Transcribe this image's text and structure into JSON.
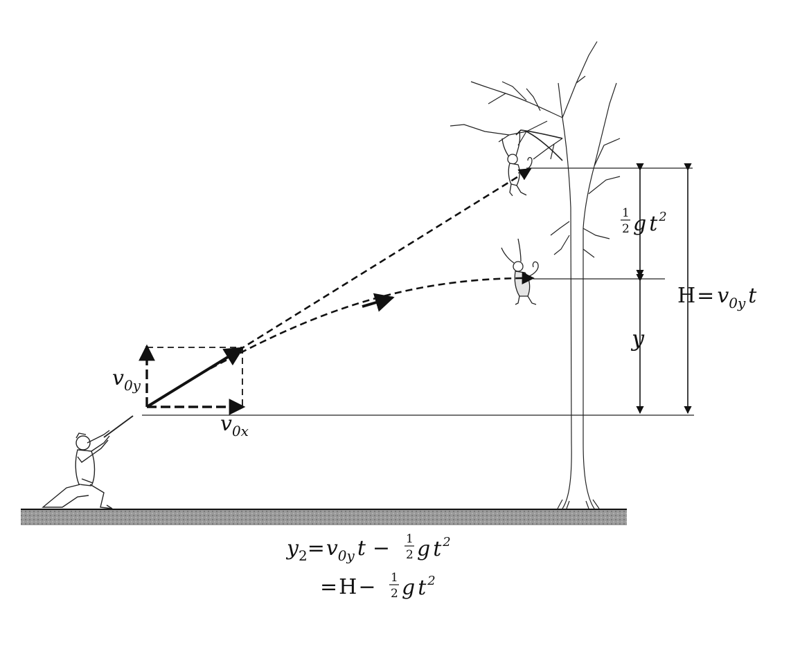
{
  "diagram": {
    "velocity_labels": {
      "v0y": {
        "main": "v",
        "sub": "0y"
      },
      "v0x": {
        "main": "v",
        "sub": "0x"
      }
    },
    "height_labels": {
      "half": "1",
      "half_den": "2",
      "g": "g",
      "t": "t",
      "exp": "2",
      "y": "y",
      "H": "H",
      "eq": "=",
      "v": "v",
      "sub": "0y"
    },
    "equation": {
      "line1": {
        "lhs": "y",
        "lhs_sub": "2",
        "eq": "=",
        "v": "v",
        "v_sub": "0y",
        "t": "t",
        "minus": "−"
      },
      "line2": {
        "eq": "=",
        "H": "H",
        "minus": "−"
      }
    },
    "icons": [
      "hunter-figure",
      "tree",
      "monkey-hanging",
      "monkey-falling",
      "ground-strip"
    ],
    "colors": {
      "ink": "#111111",
      "ground": "#8a8a8a"
    }
  }
}
